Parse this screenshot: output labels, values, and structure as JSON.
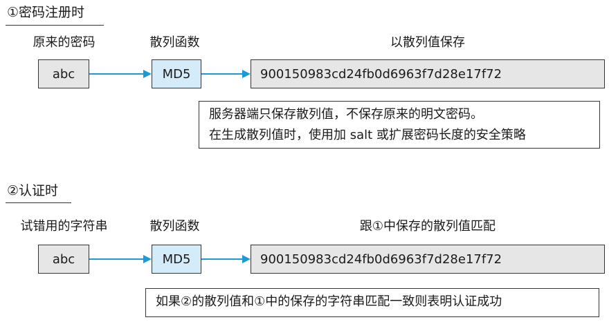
{
  "colors": {
    "arrow": "#1a9ad6",
    "function_box": "#d4ecf9",
    "value_box": "#e6e6e6"
  },
  "register": {
    "heading": "①密码注册时",
    "input_label": "原来的密码",
    "function_label": "散列函数",
    "output_label": "以散列值保存",
    "input_value": "abc",
    "function_value": "MD5",
    "hash_value": "900150983cd24fb0d6963f7d28e17f72",
    "note_lines": [
      "服务器端只保存散列值，不保存原来的明文密码。",
      "在生成散列值时，使用加 salt 或扩展密码长度的安全策略"
    ]
  },
  "auth": {
    "heading": "②认证时",
    "input_label": "试错用的字符串",
    "function_label": "散列函数",
    "output_label": "跟①中保存的散列值匹配",
    "input_value": "abc",
    "function_value": "MD5",
    "hash_value": "900150983cd24fb0d6963f7d28e17f72",
    "note_lines": [
      "如果②的散列值和①中的保存的字符串匹配一致则表明认证成功"
    ]
  }
}
